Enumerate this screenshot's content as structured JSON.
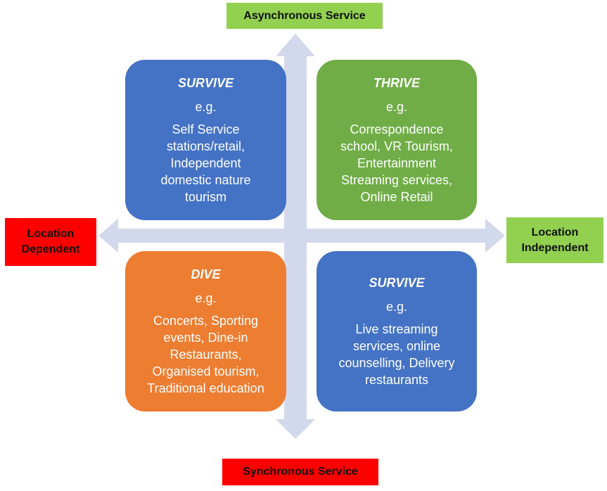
{
  "colors": {
    "arrow": "#d3d9ec",
    "label_green": "#92d050",
    "label_red": "#ff0000",
    "blue": "#4472c4",
    "green": "#70ad47",
    "orange": "#ed7d31"
  },
  "axes": {
    "top": "Asynchronous Service",
    "bottom": "Synchronous Service",
    "left": "Location Dependent",
    "right": "Location Independent"
  },
  "quadrants": {
    "top_left": {
      "title": "SURVIVE",
      "eg": "e.g.",
      "body": "Self Service\nstations/retail,\nIndependent\ndomestic nature\ntourism"
    },
    "top_right": {
      "title": "THRIVE",
      "eg": "e.g.",
      "body": "Correspondence\nschool, VR Tourism,\nEntertainment\nStreaming services,\nOnline Retail"
    },
    "bottom_left": {
      "title": "DIVE",
      "eg": "e.g.",
      "body": "Concerts, Sporting\nevents, Dine-in\nRestaurants,\nOrganised tourism,\nTraditional education"
    },
    "bottom_right": {
      "title": "SURVIVE",
      "eg": "e.g.",
      "body": "Live streaming\nservices, online\ncounselling, Delivery\nrestaurants"
    }
  }
}
